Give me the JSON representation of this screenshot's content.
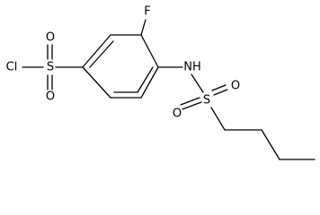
{
  "molecule": {
    "atoms": {
      "chlorine": "Cl",
      "sulfonyl_sulfur": "S",
      "sulfonyl_oxygen_top": "O",
      "sulfonyl_oxygen_bottom": "O",
      "fluorine": "F",
      "amine": "NH",
      "sulfonamide_sulfur": "S",
      "sulfonamide_oxygen_left": "O",
      "sulfonamide_oxygen_right": "O"
    }
  }
}
